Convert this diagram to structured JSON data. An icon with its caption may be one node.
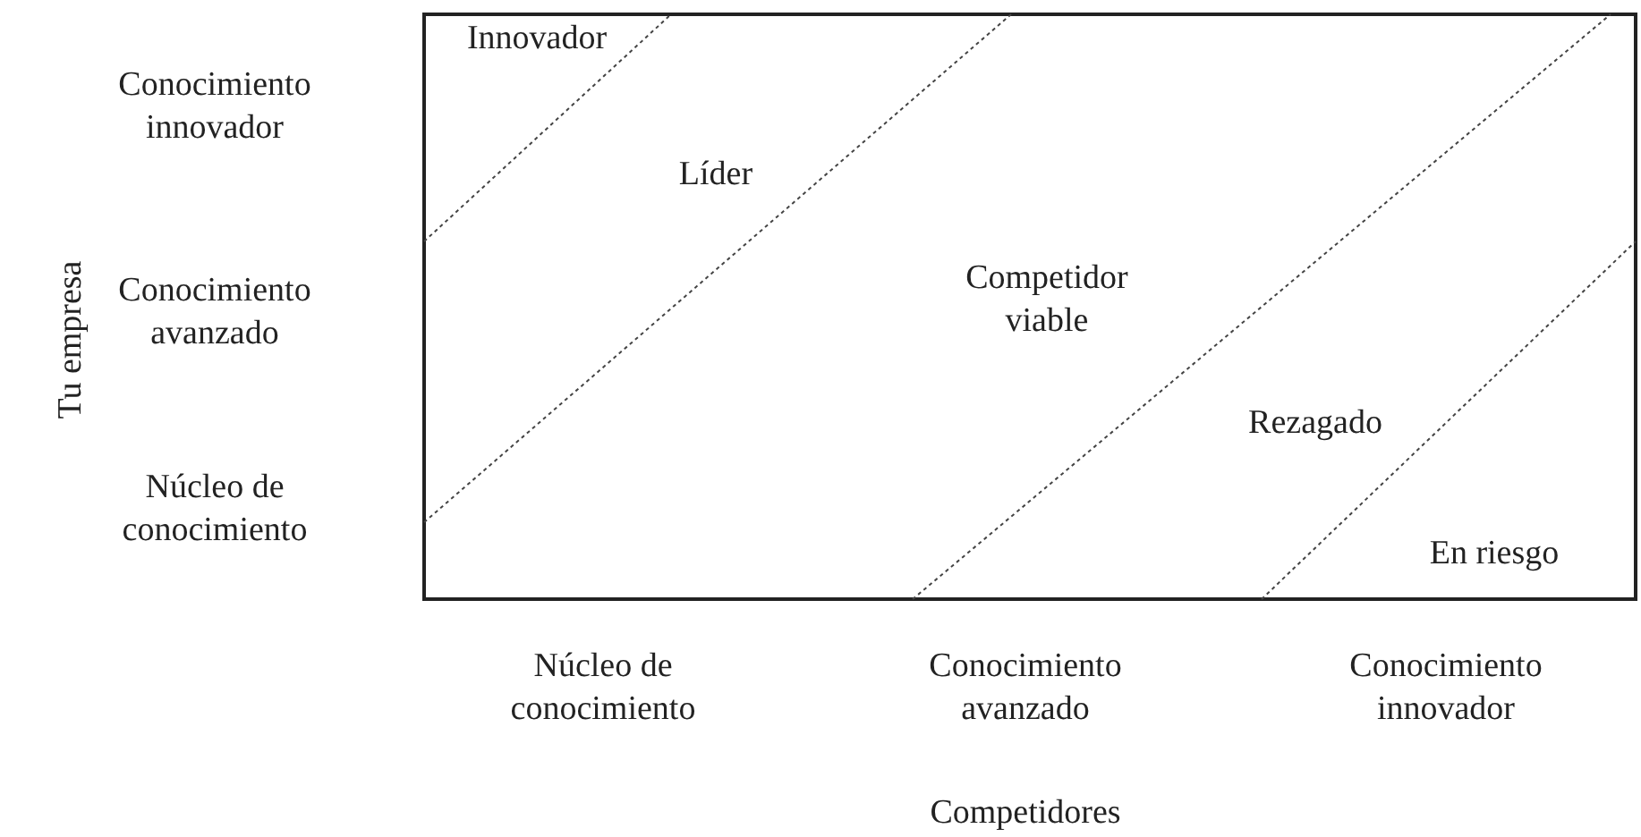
{
  "diagram": {
    "labels": [
      "Conocimiento innovador",
      "Innovador",
      "Líder",
      "Conocimiento avanzado",
      "Competidor viable",
      "Tu empresa",
      "Rezagado",
      "Núcleo de conocimiento",
      "En riesgo",
      "Núcleo de conocimiento",
      "Conocimiento avanzado",
      "Conocimiento innovador",
      "Competidores"
    ]
  }
}
